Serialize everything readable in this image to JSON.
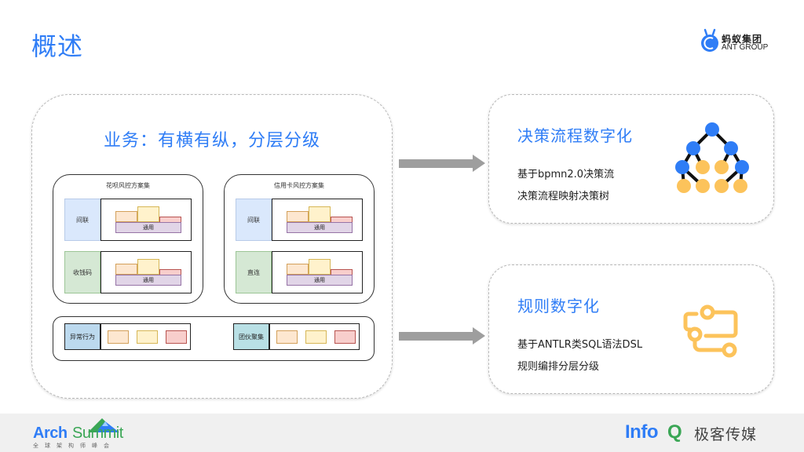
{
  "header": {
    "title": "概述",
    "brand": {
      "cn": "蚂蚁集团",
      "en": "ANT GROUP"
    }
  },
  "business_card": {
    "heading": "业务：有横有纵，分层分级",
    "schemes": [
      {
        "title": "花呗风控方案集",
        "rows": [
          {
            "label": "间联",
            "bar_label": "通用",
            "color": "blue"
          },
          {
            "label": "收钱码",
            "bar_label": "通用",
            "color": "green"
          }
        ]
      },
      {
        "title": "信用卡风控方案集",
        "rows": [
          {
            "label": "间联",
            "bar_label": "通用",
            "color": "blue"
          },
          {
            "label": "直连",
            "bar_label": "通用",
            "color": "green"
          }
        ]
      }
    ],
    "strips": [
      {
        "label": "异常行为"
      },
      {
        "label": "团伙聚集"
      }
    ]
  },
  "features": [
    {
      "title": "决策流程数字化",
      "lines": [
        "基于bpmn2.0决策流",
        "决策流程映射决策树"
      ],
      "icon": "decision-tree-icon"
    },
    {
      "title": "规则数字化",
      "lines": [
        "基于ANTLR类SQL语法DSL",
        "规则编排分层分级"
      ],
      "icon": "rule-flow-icon"
    }
  ],
  "footer": {
    "left_logo": {
      "part1": "Arch",
      "part2": "Summit",
      "subtitle": "全球架构师峰会"
    },
    "right_logo": {
      "part1": "Info",
      "part2": "Q",
      "cn": "极客传媒"
    }
  },
  "colors": {
    "accent": "#2f7df6",
    "tree_blue": "#2f7df6",
    "tree_yellow": "#fcc35b",
    "arrow": "#9e9e9e"
  }
}
